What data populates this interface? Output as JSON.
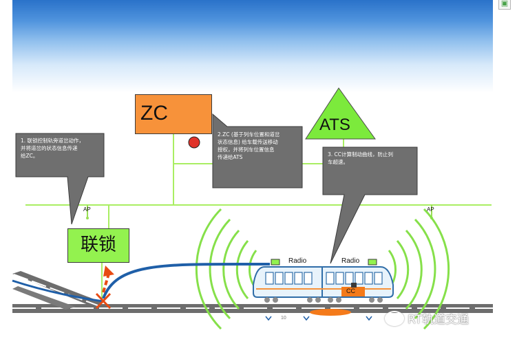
{
  "zc": {
    "label": "ZC"
  },
  "ats": {
    "label": "ATS"
  },
  "interlocking": {
    "label": "联锁"
  },
  "callouts": [
    {
      "text": "1. 联锁控制轨旁道岔动作，\n并将道岔的状态信息传递\n给ZC。"
    },
    {
      "text": "2.ZC (基于列车位置和道岔\n状态信息) 给车载传送移动\n授权，并将列车位置信息\n传递给ATS"
    },
    {
      "text": "3. CC计算制动曲线，防止列\n车超速。"
    }
  ],
  "access_points": [
    "AP",
    "AP"
  ],
  "radios": [
    "Radio",
    "Radio"
  ],
  "cc": {
    "label": "CC"
  },
  "track_marker": "10",
  "watermark": "RT轨道交通",
  "colors": {
    "zc_box": "#f7923a",
    "interlocking_box": "#93f24f",
    "ats_triangle": "#7cea3c",
    "network_line": "#a9ee62",
    "callout_bg": "#6f6f6f",
    "signal_green": "#1f8a1f",
    "signal_red": "#e0332a",
    "train_body": "#e8f3fb",
    "route_line": "#1f5fa8",
    "switch_cross": "#e84b13"
  }
}
